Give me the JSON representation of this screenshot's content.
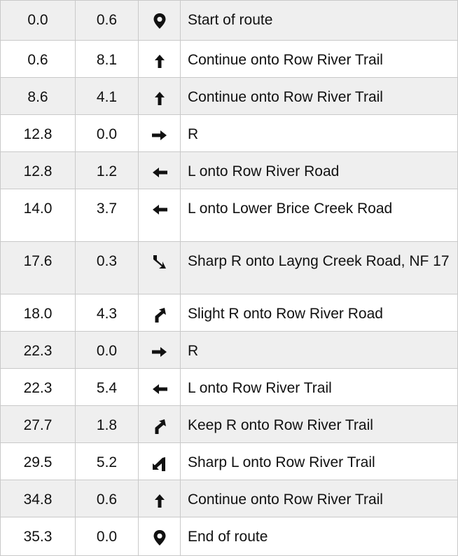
{
  "rows": [
    {
      "dist": "0.0",
      "seg": "0.6",
      "icon": "map-pin-icon",
      "text": "Start of route"
    },
    {
      "dist": "0.6",
      "seg": "8.1",
      "icon": "arrow-up-icon",
      "text": "Continue onto Row River Trail"
    },
    {
      "dist": "8.6",
      "seg": "4.1",
      "icon": "arrow-up-icon",
      "text": "Continue onto Row River Trail"
    },
    {
      "dist": "12.8",
      "seg": "0.0",
      "icon": "arrow-right-icon",
      "text": "R"
    },
    {
      "dist": "12.8",
      "seg": "1.2",
      "icon": "arrow-left-icon",
      "text": "L onto Row River Road"
    },
    {
      "dist": "14.0",
      "seg": "3.7",
      "icon": "arrow-left-icon",
      "text": "L onto Lower Brice Creek Road"
    },
    {
      "dist": "17.6",
      "seg": "0.3",
      "icon": "sharp-right-icon",
      "text": "Sharp R onto Layng Creek Road, NF 17"
    },
    {
      "dist": "18.0",
      "seg": "4.3",
      "icon": "slight-right-icon",
      "text": "Slight R onto Row River Road"
    },
    {
      "dist": "22.3",
      "seg": "0.0",
      "icon": "arrow-right-icon",
      "text": "R"
    },
    {
      "dist": "22.3",
      "seg": "5.4",
      "icon": "arrow-left-icon",
      "text": "L onto Row River Trail"
    },
    {
      "dist": "27.7",
      "seg": "1.8",
      "icon": "slight-right-icon",
      "text": "Keep R onto Row River Trail"
    },
    {
      "dist": "29.5",
      "seg": "5.2",
      "icon": "sharp-left-icon",
      "text": "Sharp L onto Row River Trail"
    },
    {
      "dist": "34.8",
      "seg": "0.6",
      "icon": "arrow-up-icon",
      "text": "Continue onto Row River Trail"
    },
    {
      "dist": "35.3",
      "seg": "0.0",
      "icon": "map-pin-icon",
      "text": "End of route"
    }
  ]
}
